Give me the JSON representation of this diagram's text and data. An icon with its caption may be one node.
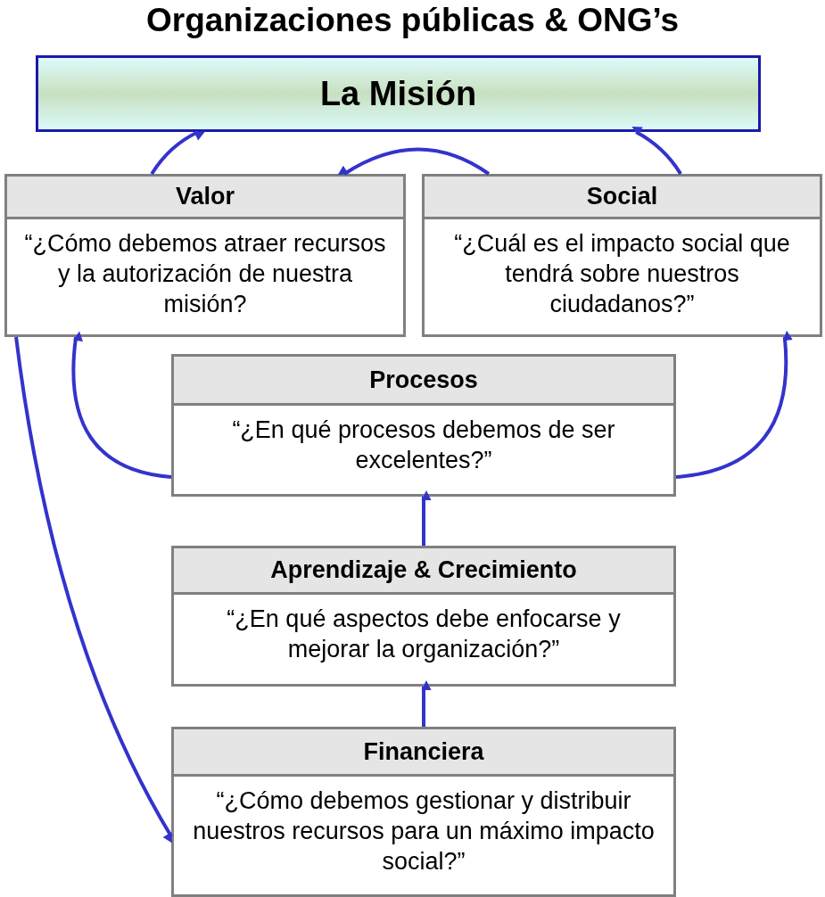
{
  "diagram": {
    "title": "Organizaciones públicas & ONG’s",
    "nodes": [
      {
        "text": [
          "La Misión"
        ]
      },
      {
        "text": [
          "Valor",
          "“¿Cómo debemos atraer recursos y la autorización de nuestra misión?"
        ]
      },
      {
        "text": [
          "Social",
          "“¿Cuál es el impacto social que tendrá sobre nuestros ciudadanos?”"
        ]
      },
      {
        "text": [
          "Procesos",
          "“¿En qué procesos debemos de ser excelentes?”"
        ]
      },
      {
        "text": [
          "Aprendizaje & Crecimiento",
          "“¿En qué aspectos debe enfocarse y mejorar la organización?”"
        ]
      },
      {
        "text": [
          "Financiera",
          "“¿Cómo debemos gestionar y distribuir nuestros recursos para un máximo impacto social?”"
        ]
      }
    ],
    "edges": [
      {
        "from": 1,
        "to": 0,
        "arrow": "to"
      },
      {
        "from": 2,
        "to": 1,
        "arrow": "to"
      },
      {
        "from": 2,
        "to": 0,
        "arrow": "to"
      },
      {
        "from": 3,
        "to": 1,
        "arrow": "to"
      },
      {
        "from": 3,
        "to": 2,
        "arrow": "to"
      },
      {
        "from": 4,
        "to": 3,
        "arrow": "to"
      },
      {
        "from": 5,
        "to": 4,
        "arrow": "to"
      },
      {
        "from": 1,
        "to": 5,
        "arrow": "to"
      }
    ]
  }
}
